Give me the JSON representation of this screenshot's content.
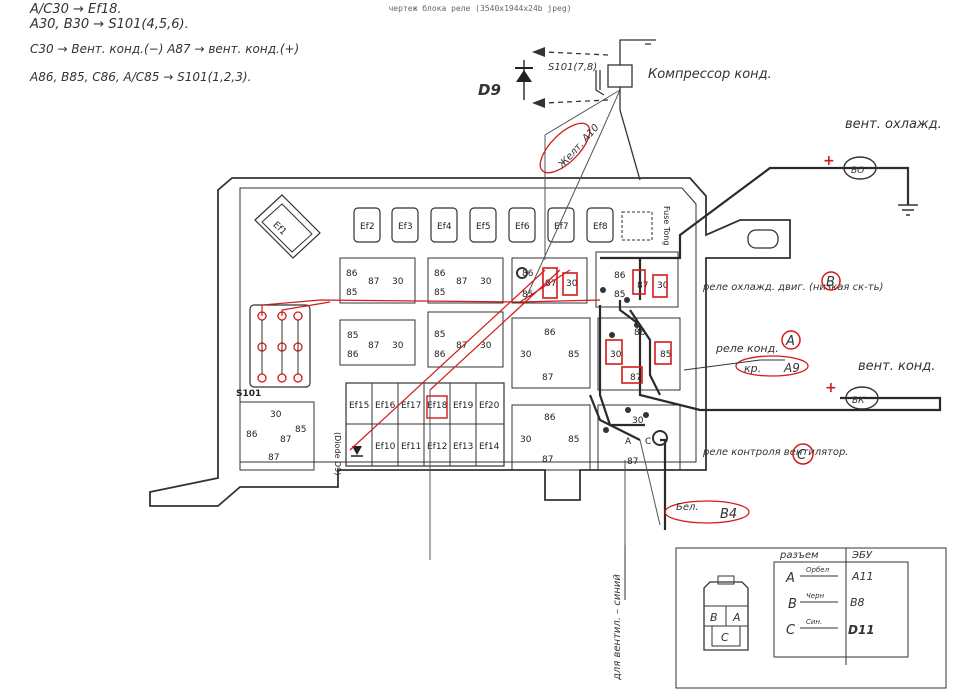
{
  "header": {
    "title": "чертеж блока реле (3540x1944x24b jpeg)"
  },
  "notes": {
    "line1": "A/C30 → Ef18.",
    "line2": "A30, B30 → S101(4,5,6).",
    "line3": "C30 → Вент. конд.(−) A87 → вент. конд.(+)",
    "line4": "A86, B85, C86, A/C85 → S101(1,2,3)."
  },
  "components": {
    "diode": "D9",
    "switch": "S101(7,8)",
    "compressor": "Компрессор конд.",
    "fan_radiator": "вент. охлажд.",
    "fan_condenser": "вент. конд.",
    "fan_radiator_symbol": "ВО",
    "fan_condenser_symbol": "ВК",
    "plus": "+"
  },
  "labels": {
    "relay_b": "реле охлажд. двиг. (низкая ск-ть)",
    "relay_a": "реле конд.",
    "relay_c": "реле контроля вентилятор.",
    "circle_a": "A",
    "circle_b": "B",
    "circle_c": "C",
    "wire_yellow": "Желт. A10",
    "wire_red": "кр.",
    "wire_red_dest": "A9",
    "wire_white": "Бел.",
    "wire_white_dest": "B4",
    "vertical_label": "для вентил. – синий"
  },
  "fuse_box": {
    "top_fuses": [
      "Ef1",
      "Ef2",
      "Ef3",
      "Ef4",
      "Ef5",
      "Ef6",
      "Ef7",
      "Ef8"
    ],
    "fuse_tong": "Fuse Tong",
    "upper_grid": [
      "Ef15",
      "Ef16",
      "Ef17",
      "Ef18",
      "Ef19",
      "Ef20"
    ],
    "lower_grid": [
      "Ef10",
      "Ef11",
      "Ef12",
      "Ef13",
      "Ef14"
    ],
    "diode_label": "(Diode D9)",
    "s101_label": "S101",
    "pin86": "86",
    "pin85": "85",
    "pin87": "87",
    "pin30": "30",
    "pin_a": "A",
    "pin_c": "C"
  },
  "table": {
    "col1": "разъем",
    "col2": "ЭБУ",
    "rows": [
      {
        "pin": "A",
        "wire": "Орбел",
        "ecu": "A11"
      },
      {
        "pin": "B",
        "wire": "Черн",
        "ecu": "B8"
      },
      {
        "pin": "C",
        "wire": "Син.",
        "ecu": "D11"
      }
    ],
    "connector_pins": [
      "B",
      "A",
      "C"
    ]
  },
  "colors": {
    "ink": "#222222",
    "red_ink": "#d11a1a",
    "pencil": "#555555"
  }
}
